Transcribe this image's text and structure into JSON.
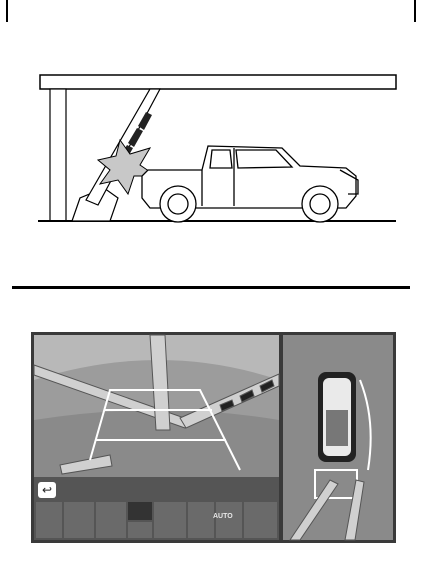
{
  "illustration": {
    "top_scene": "car-backing-into-parking-gate",
    "bottom_scene": "panoramic-view-monitor-screen"
  },
  "monitor": {
    "auto_label": "AUTO",
    "back_icon": "back-arrow-icon"
  },
  "colors": {
    "screen_bg": "#3a3a3a",
    "guide_line": "#ffffff",
    "hazard_stripe": "#222222"
  }
}
